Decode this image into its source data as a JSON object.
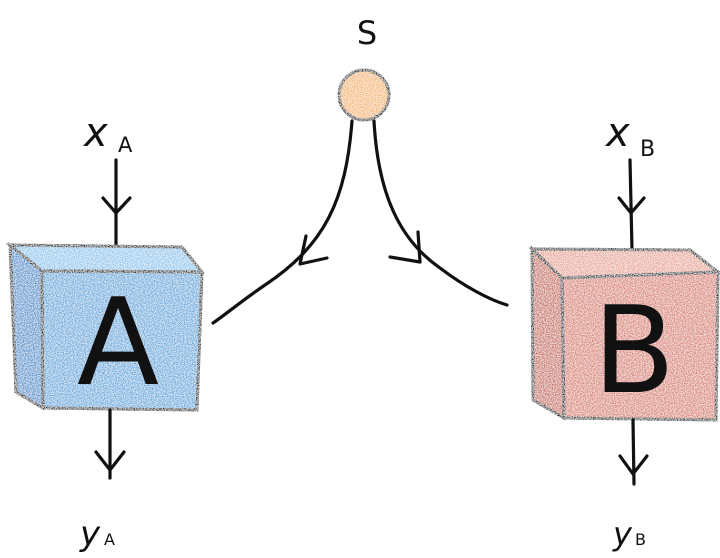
{
  "source": {
    "label": "S",
    "color": "#f4b66b"
  },
  "box_a": {
    "label": "A",
    "input_label": "x",
    "input_sub": "A",
    "output_label": "y",
    "output_sub": "A",
    "front_color": "#5aa7dd",
    "top_color": "#8cc6ee",
    "side_color": "#3f8fcf"
  },
  "box_b": {
    "label": "B",
    "input_label": "x",
    "input_sub": "B",
    "output_label": "y",
    "output_sub": "B",
    "front_color": "#d97c6d",
    "top_color": "#e9a495",
    "side_color": "#c86656"
  }
}
